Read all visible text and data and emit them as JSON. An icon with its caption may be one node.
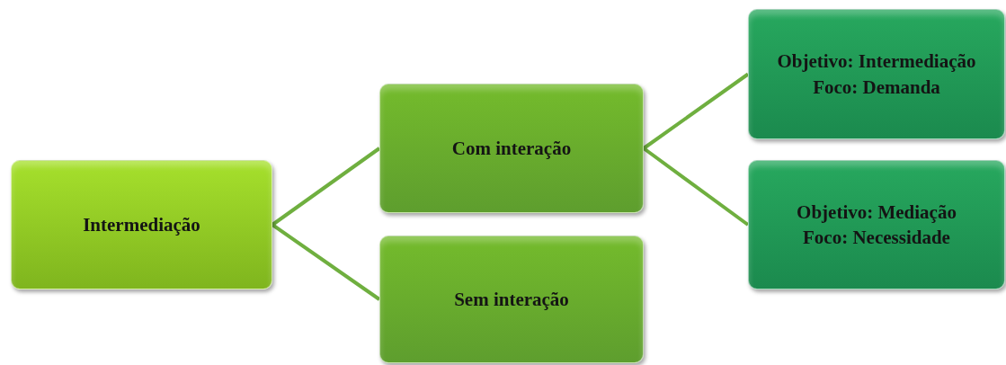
{
  "diagram": {
    "nodes": [
      {
        "text": [
          "Intermediação"
        ]
      },
      {
        "text": [
          "Com interação"
        ]
      },
      {
        "text": [
          "Sem interação"
        ]
      },
      {
        "text": [
          "Objetivo: Intermediação",
          "Foco: Demanda"
        ]
      },
      {
        "text": [
          "Objetivo: Mediação",
          "Foco: Necessidade"
        ]
      }
    ],
    "edges": [
      {
        "from": 0,
        "to": 1,
        "arrow": "none"
      },
      {
        "from": 0,
        "to": 2,
        "arrow": "none"
      },
      {
        "from": 1,
        "to": 3,
        "arrow": "none"
      },
      {
        "from": 1,
        "to": 4,
        "arrow": "none"
      }
    ]
  }
}
